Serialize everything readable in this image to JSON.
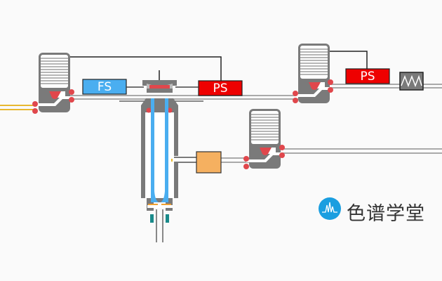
{
  "labels": {
    "fs": "FS",
    "ps1": "PS",
    "ps2": "PS"
  },
  "logo": {
    "text": "色谱学堂"
  },
  "colors": {
    "fs": "#4aaef0",
    "ps": "#ee0000",
    "body": "#7a7a7a",
    "dot": "#e0474c",
    "liner": "#4aaef0",
    "split_box": "#f5b060",
    "ferrule": "#1a8a8a"
  }
}
